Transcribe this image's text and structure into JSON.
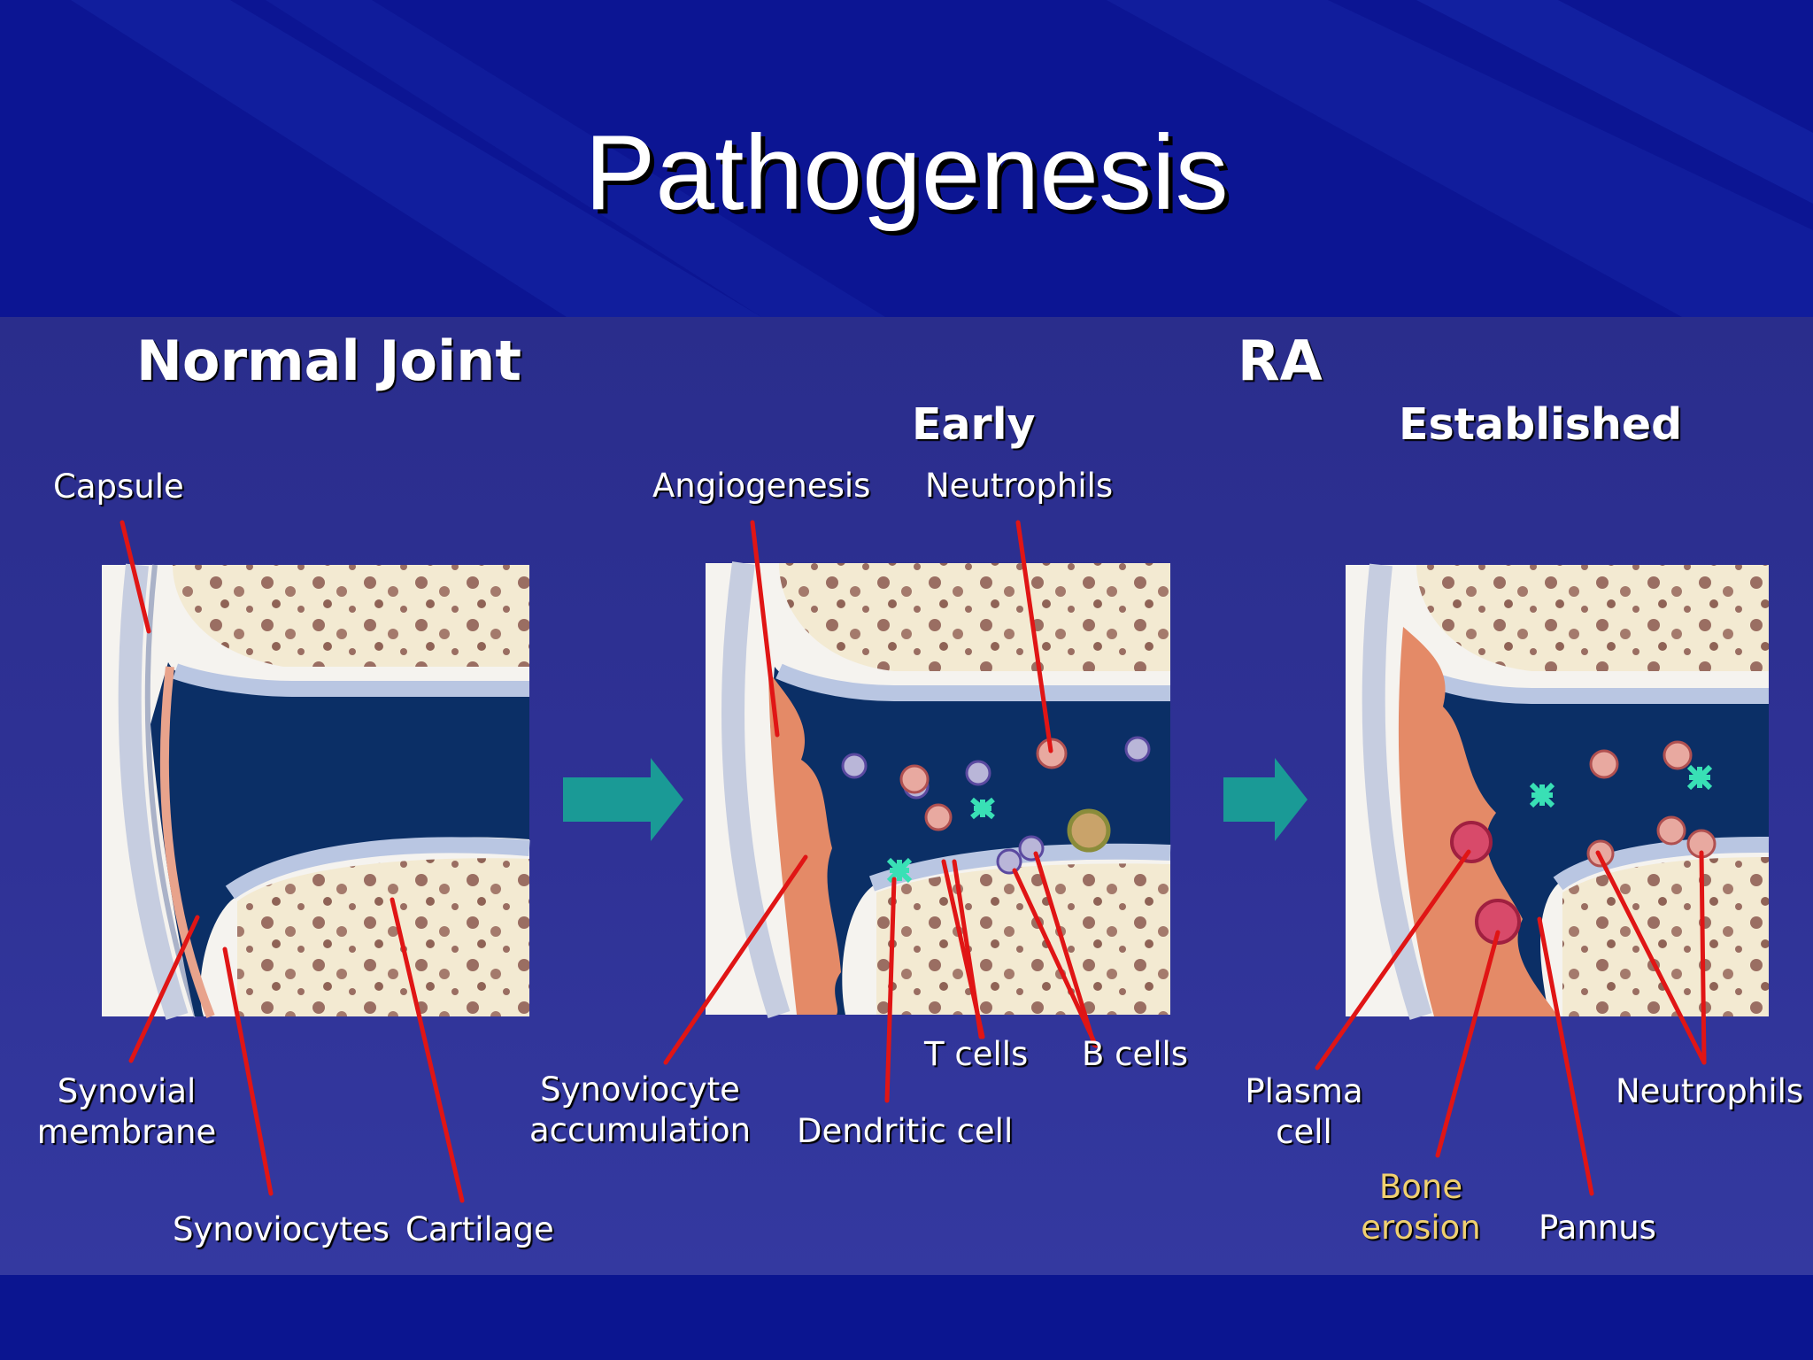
{
  "slide": {
    "title": "Pathogenesis"
  },
  "headers": {
    "normal": "Normal Joint",
    "ra": "RA",
    "early": "Early",
    "established": "Established"
  },
  "labels": {
    "capsule": "Capsule",
    "synovial_membrane": "Synovial\nmembrane",
    "synoviocytes": "Synoviocytes",
    "cartilage": "Cartilage",
    "angiogenesis": "Angiogenesis",
    "neutrophils_early": "Neutrophils",
    "synoviocyte_accumulation": "Synoviocyte\naccumulation",
    "dendritic_cell": "Dendritic cell",
    "t_cells": "T cells",
    "b_cells": "B cells",
    "plasma_cell": "Plasma\ncell",
    "bone_erosion": "Bone\nerosion",
    "pannus": "Pannus",
    "neutrophils_established": "Neutrophils"
  },
  "colors": {
    "slide_background": "#0c1593",
    "panel_background": "#2f3296",
    "bone": "#f3ead2",
    "marrow": "#9a6e62",
    "cavity": "#0b2f66",
    "synovium": "#e48a67",
    "leader_line": "#e01515",
    "arrow": "#1a9a96",
    "highlight_label": "#f0d070"
  }
}
